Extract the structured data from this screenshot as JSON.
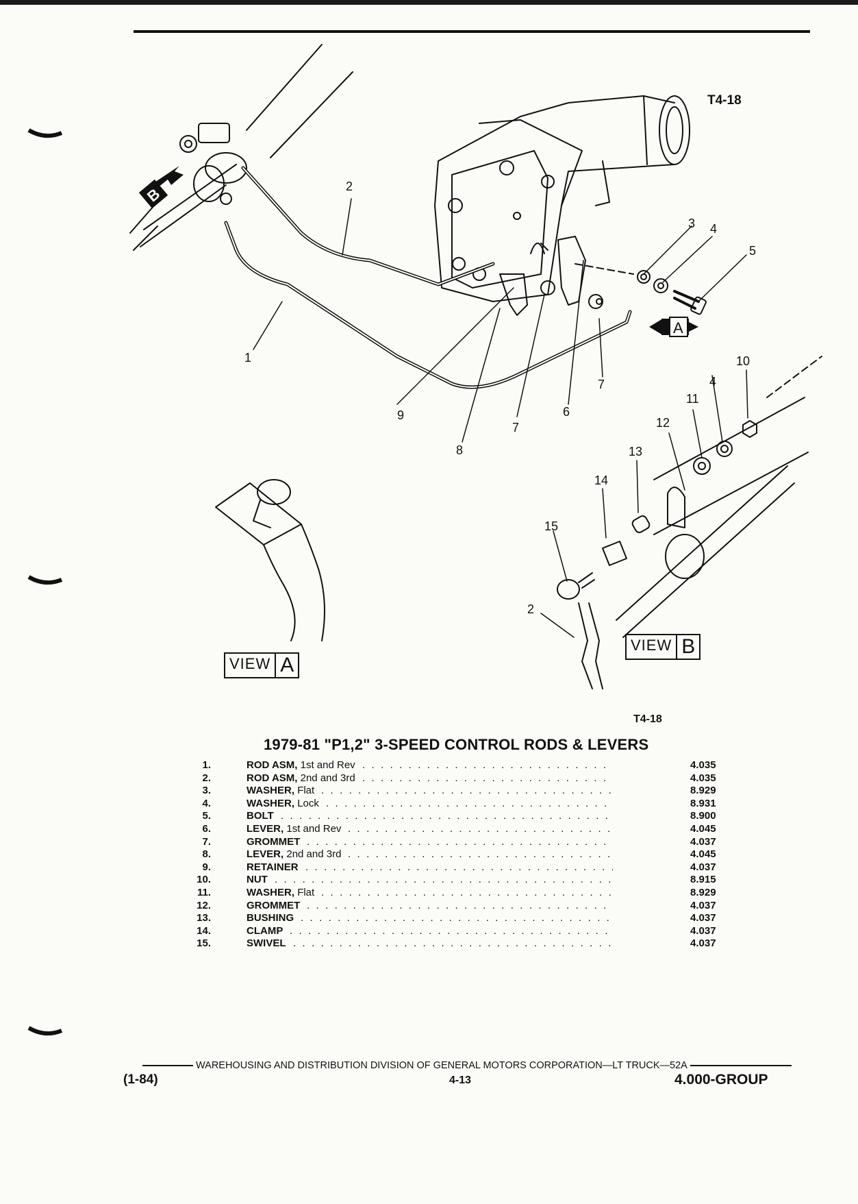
{
  "figure_code_top": "T4-18",
  "figure_code_bottom": "T4-18",
  "callouts": [
    "1",
    "2",
    "3",
    "4",
    "5",
    "6",
    "7",
    "7",
    "8",
    "9",
    "10",
    "4",
    "11",
    "12",
    "13",
    "14",
    "15",
    "2"
  ],
  "view_a": {
    "word": "VIEW",
    "letter": "A"
  },
  "view_b": {
    "word": "VIEW",
    "letter": "B"
  },
  "direction_a": "A",
  "direction_b": "B",
  "table_title": "1979-81 \"P1,2\" 3-SPEED CONTROL RODS & LEVERS",
  "parts": [
    {
      "num": "1.",
      "name": "ROD ASM,",
      "detail": "1st and Rev",
      "group": "4.035"
    },
    {
      "num": "2.",
      "name": "ROD ASM,",
      "detail": "2nd and 3rd",
      "group": "4.035"
    },
    {
      "num": "3.",
      "name": "WASHER,",
      "detail": "Flat",
      "group": "8.929"
    },
    {
      "num": "4.",
      "name": "WASHER,",
      "detail": "Lock",
      "group": "8.931"
    },
    {
      "num": "5.",
      "name": "BOLT",
      "detail": "",
      "group": "8.900"
    },
    {
      "num": "6.",
      "name": "LEVER,",
      "detail": "1st and Rev",
      "group": "4.045"
    },
    {
      "num": "7.",
      "name": "GROMMET",
      "detail": "",
      "group": "4.037"
    },
    {
      "num": "8.",
      "name": "LEVER,",
      "detail": "2nd and 3rd",
      "group": "4.045"
    },
    {
      "num": "9.",
      "name": "RETAINER",
      "detail": "",
      "group": "4.037"
    },
    {
      "num": "10.",
      "name": "NUT",
      "detail": "",
      "group": "8.915"
    },
    {
      "num": "11.",
      "name": "WASHER,",
      "detail": "Flat",
      "group": "8.929"
    },
    {
      "num": "12.",
      "name": "GROMMET",
      "detail": "",
      "group": "4.037"
    },
    {
      "num": "13.",
      "name": "BUSHING",
      "detail": "",
      "group": "4.037"
    },
    {
      "num": "14.",
      "name": "CLAMP",
      "detail": "",
      "group": "4.037"
    },
    {
      "num": "15.",
      "name": "SWIVEL",
      "detail": "",
      "group": "4.037"
    }
  ],
  "footer": {
    "line": "WAREHOUSING AND DISTRIBUTION  DIVISION OF GENERAL MOTORS CORPORATION—LT TRUCK—52A",
    "date": "(1-84)",
    "page": "4-13",
    "group": "4.000-GROUP"
  }
}
